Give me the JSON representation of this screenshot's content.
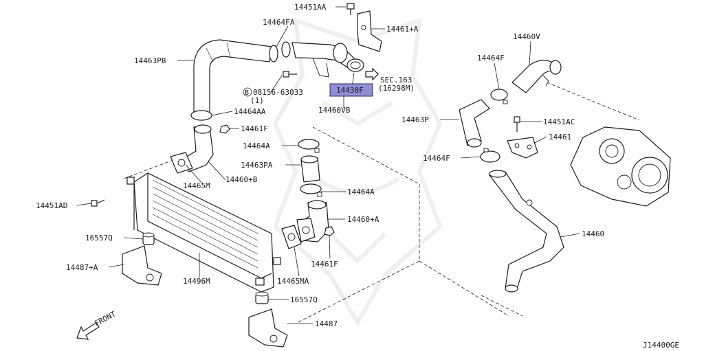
{
  "colors": {
    "ink": "#1a1a1a",
    "highlight": "#8f8fd6",
    "watermark": "#efefef"
  },
  "labels": {
    "p14451AA": "14451AA",
    "p14464FA": "14464FA",
    "p14461plusA_top": "14461+A",
    "p14463PB": "14463PB",
    "bolt_prefix": "B",
    "p08156_63033": "08156-63033",
    "p08156_qty": "(1)",
    "sec163": "SEC.163",
    "sec163_ref": "(16298M)",
    "p14430F": "14430F",
    "p14460VB": "14460VB",
    "p14464AA": "14464AA",
    "p14461F_top": "14461F",
    "p14464A_top": "14464A",
    "p14463PA": "14463PA",
    "p14465M": "14465M",
    "p14460plusB": "14460+B",
    "p14464A_bot": "14464A",
    "p14460plusA": "14460+A",
    "p14451AD": "14451AD",
    "p16557Q_left": "16557Q",
    "p14487plusA": "14487+A",
    "p14496M": "14496M",
    "p14465MA": "14465MA",
    "p14461F_bot": "14461F",
    "p16557Q_bot": "16557Q",
    "p14487": "14487",
    "front": "FRONT",
    "p14460V": "14460V",
    "p14464F_top": "14464F",
    "p14463P": "14463P",
    "p14451AC": "14451AC",
    "p14461": "14461",
    "p14464F_mid": "14464F",
    "p14460": "14460",
    "diagram_code": "J14400GE"
  },
  "highlighted_part": "14430F",
  "icons": {
    "front_arrow": "arrow-down-left-icon",
    "sec_arrow": "arrow-right-icon"
  }
}
